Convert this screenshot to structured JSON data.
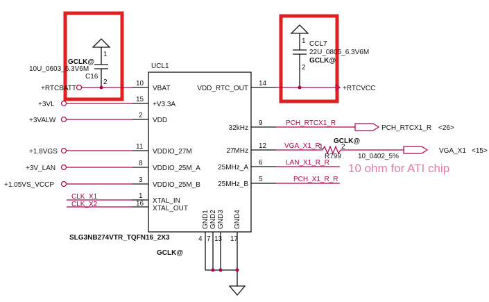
{
  "colors": {
    "wire": "#b0004a",
    "ink": "#111111",
    "box": "#e02020",
    "note": "#e878a8"
  },
  "ic": {
    "ref": "UCL1",
    "part": "SLG3NB274VTR_TQFN16_2X3",
    "option": "GCLK@",
    "left_pins": [
      {
        "num": "10",
        "name": "VBAT"
      },
      {
        "num": "15",
        "name": "+V3.3A"
      },
      {
        "num": "2",
        "name": "VDD"
      },
      {
        "num": "11",
        "name": "VDDIO_27M"
      },
      {
        "num": "8",
        "name": "VDDIO_25M_A"
      },
      {
        "num": "3",
        "name": "VDDIO_25M_B"
      },
      {
        "num": "1",
        "name": "XTAL_IN"
      },
      {
        "num": "16",
        "name": "XTAL_OUT"
      }
    ],
    "right_pins": [
      {
        "num": "14",
        "name": "VDD_RTC_OUT"
      },
      {
        "num": "9",
        "name": "32kHz"
      },
      {
        "num": "12",
        "name": "27MHz"
      },
      {
        "num": "6",
        "name": "25MHz_A"
      },
      {
        "num": "5",
        "name": "25MHz_B"
      }
    ],
    "bottom_pins": [
      {
        "num": "4",
        "name": "GND1"
      },
      {
        "num": "7",
        "name": "GND2"
      },
      {
        "num": "13",
        "name": "GND3"
      },
      {
        "num": "17",
        "name": "GND4"
      }
    ]
  },
  "nets_left": [
    "+RTCBATT",
    "+3VL",
    "+3VALW",
    "+1.8VGS",
    "+3V_LAN",
    "+1.05VS_VCCP",
    "CLK_X1",
    "CLK_X2"
  ],
  "nets_right": {
    "rtcvcc": "+RTCVCC",
    "rtcx1": "PCH_RTCX1_R",
    "rtcx1_out": "PCH_RTCX1_R",
    "rtcx1_ref": "<26>",
    "vga": "VGA_X1_R",
    "vga_out": "VGA_X1",
    "vga_ref": "<15>",
    "lan": "LAN_X1_R_R",
    "pch": "PCH_X1_R_R"
  },
  "c16": {
    "pin1": "1",
    "pin2": "2",
    "option": "GCLK@",
    "value": "10U_0603_6.3V6M",
    "ref": "C16"
  },
  "ccl7": {
    "pin1": "1",
    "pin2": "2",
    "ref": "CCL7",
    "value": "22U_0805_6.3V6M",
    "option": "GCLK@"
  },
  "r799": {
    "pin1": "1",
    "pin2": "2",
    "option": "GCLK@",
    "ref": "R799",
    "value": "10_0402_5%"
  },
  "note": "10 ohm for ATI chip"
}
